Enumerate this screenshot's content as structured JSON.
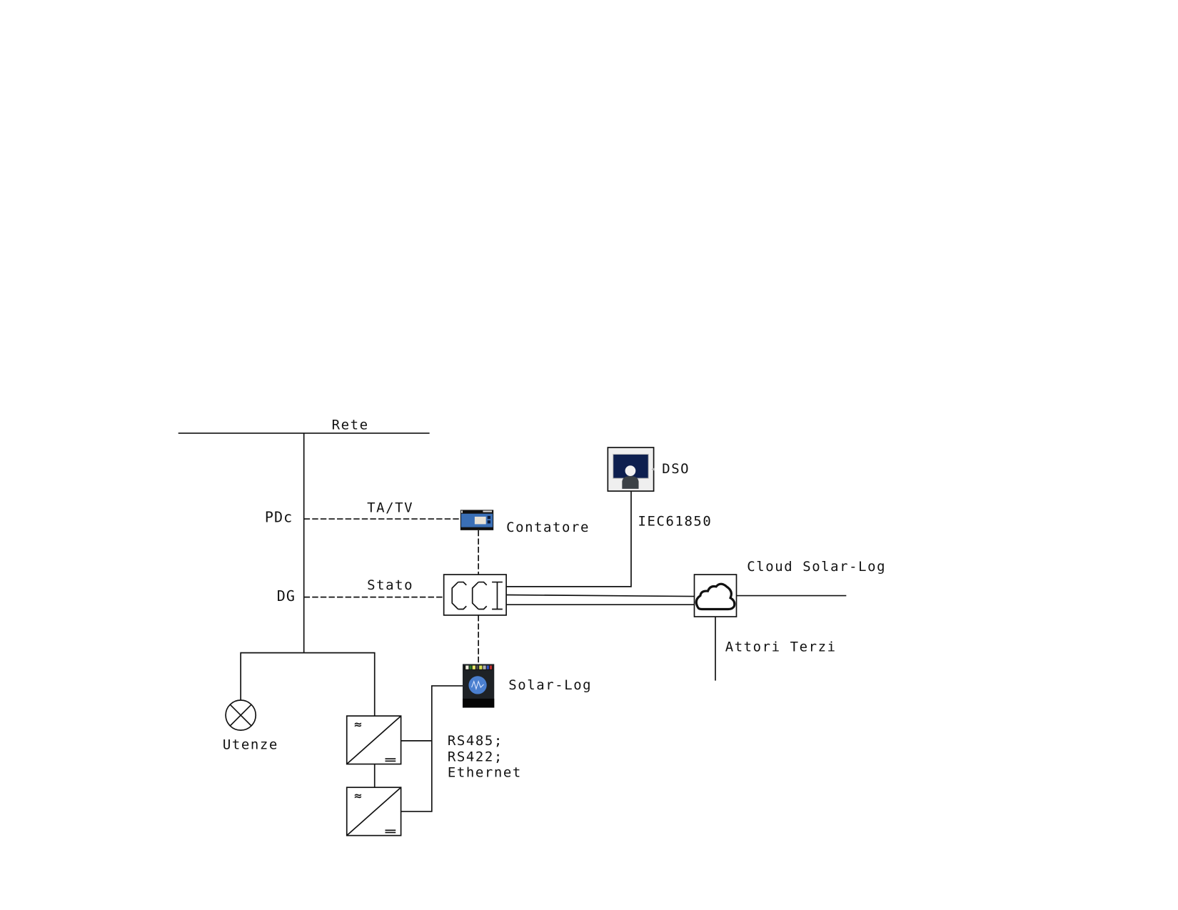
{
  "diagram": {
    "nodes": {
      "grid": {
        "label": "Rete"
      },
      "connection_point": {
        "label": "PDc"
      },
      "general_protection": {
        "label": "DG"
      },
      "meter": {
        "label": "Contatore",
        "icon": "meter-icon"
      },
      "cci": {
        "label": "CCI"
      },
      "dso": {
        "label": "DSO",
        "icon": "operator-icon"
      },
      "cloud": {
        "label": "Cloud Solar-Log",
        "icon": "cloud-icon"
      },
      "third_parties": {
        "label": "Attori Terzi"
      },
      "solar_log": {
        "label": "Solar-Log",
        "icon": "datalogger-icon"
      },
      "loads": {
        "label": "Utenze",
        "icon": "lamp-icon"
      },
      "inverter_1": {
        "icon": "inverter-icon",
        "ac_symbol": "≈",
        "dc_symbol": "="
      },
      "inverter_2": {
        "icon": "inverter-icon",
        "ac_symbol": "≈",
        "dc_symbol": "="
      }
    },
    "links": {
      "pdc_meter": {
        "label": "TA/TV"
      },
      "dg_cci": {
        "label": "Stato"
      },
      "cci_dso": {
        "label": "IEC61850"
      },
      "inverters_solarlog": {
        "lines": [
          "RS485;",
          "RS422;",
          "Ethernet"
        ]
      }
    },
    "colors": {
      "line": "#111111",
      "meter_body": "#3a6fb6",
      "dso_screen": "#0d1f4f",
      "solarlog_body": "#1e2226",
      "solarlog_dial": "#4a7fcf"
    }
  }
}
